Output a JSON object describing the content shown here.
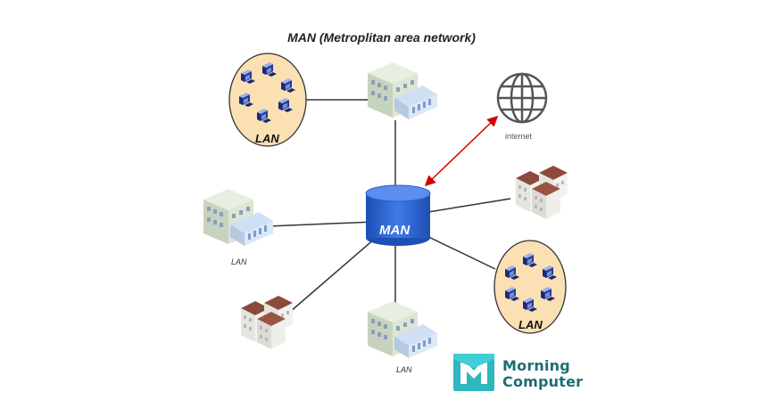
{
  "title": "MAN (Metroplitan area network)",
  "center": {
    "label": "MAN"
  },
  "internet": {
    "label": "internet",
    "icon": "globe-icon"
  },
  "lans": [
    {
      "label": "LAN"
    },
    {
      "label": "LAN"
    }
  ],
  "building_labels": {
    "left": "LAN",
    "bottom": "LAN"
  },
  "branding": {
    "line1": "Morning",
    "line2": "Computer",
    "logo_icon": "m-logo-icon"
  },
  "colors": {
    "cylinder": "#2a66d4",
    "arrow": "#d40000",
    "lan_fill": "#fbe0b4",
    "logo_teal": "#2fb7be"
  }
}
